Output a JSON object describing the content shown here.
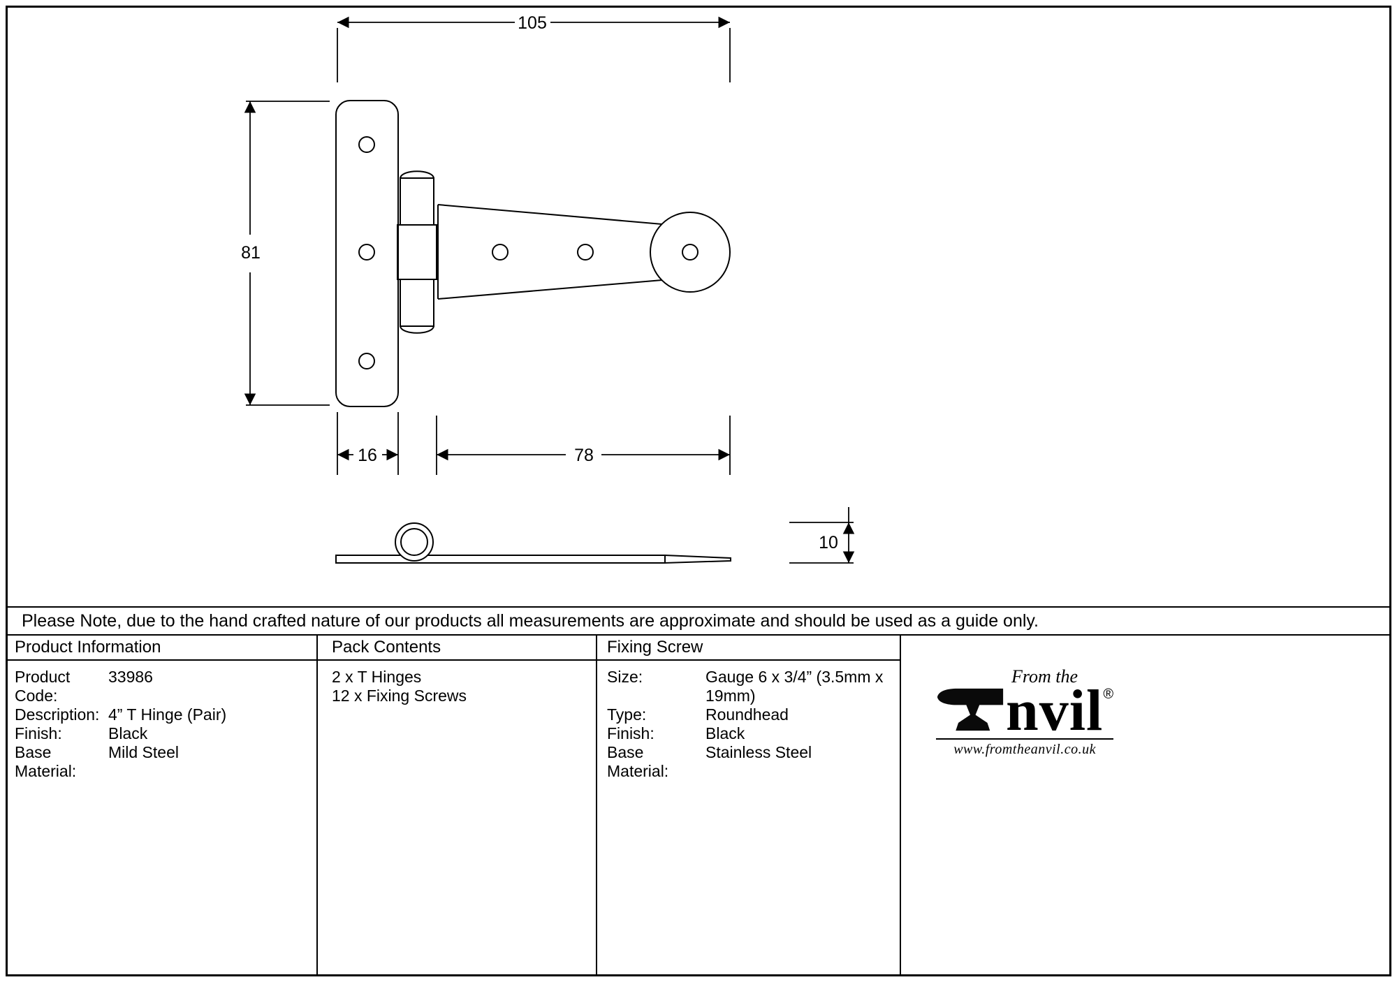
{
  "drawing": {
    "dims": {
      "overall_width": "105",
      "plate_height": "81",
      "plate_width": "16",
      "arm_length": "78",
      "thickness": "10"
    }
  },
  "note": {
    "text": "Please Note, due to the hand crafted nature of our products all measurements are approximate and should be used as a guide only."
  },
  "product_info": {
    "header": "Product Information",
    "rows": [
      {
        "label": "Product Code:",
        "value": "33986"
      },
      {
        "label": "Description:",
        "value": "4” T Hinge (Pair)"
      },
      {
        "label": "Finish:",
        "value": "Black"
      },
      {
        "label": "Base Material:",
        "value": "Mild Steel"
      }
    ]
  },
  "pack_contents": {
    "header": "Pack Contents",
    "items": [
      "2 x T Hinges",
      "12 x Fixing Screws"
    ]
  },
  "fixing_screw": {
    "header": "Fixing Screw",
    "rows": [
      {
        "label": "Size:",
        "value": "Gauge 6 x 3/4” (3.5mm x 19mm)"
      },
      {
        "label": "Type:",
        "value": "Roundhead"
      },
      {
        "label": "Finish:",
        "value": "Black"
      },
      {
        "label": "Base Material:",
        "value": "Stainless Steel"
      }
    ]
  },
  "logo": {
    "tagline": "From the",
    "brand_rest": "nvil",
    "registered": "®",
    "url": "www.fromtheanvil.co.uk"
  }
}
